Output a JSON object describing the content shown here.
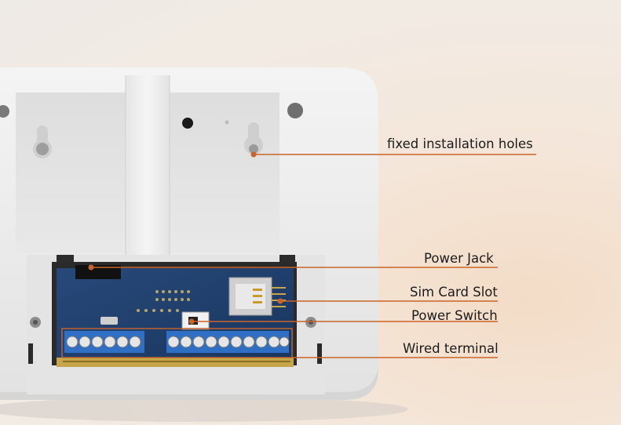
{
  "callouts": {
    "installation_holes": "fixed installation holes",
    "power_jack": "Power Jack",
    "sim_card_slot": "Sim Card Slot",
    "power_switch": "Power Switch",
    "wired_terminal": "Wired terminal"
  },
  "colors": {
    "leader_line": "#c9652a",
    "housing": "#ededed",
    "pcb": "#1f3f6e",
    "terminal": "#2f6fc4"
  }
}
